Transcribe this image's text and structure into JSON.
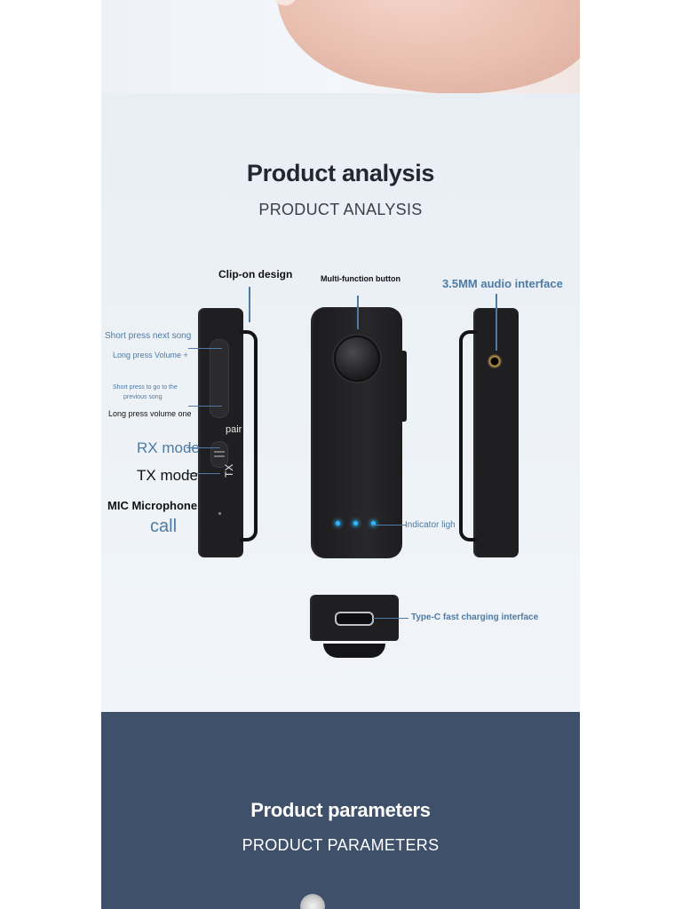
{
  "analysis": {
    "title": "Product analysis",
    "subtitle": "PRODUCT ANALYSIS",
    "labels": {
      "clip_on": "Clip-on design",
      "multi_button": "Multi-function button",
      "audio_interface": "3.5MM audio interface",
      "short_next": "Short press next song",
      "long_vol_up": "Long press Volume +",
      "short_prev_1": "Short press to go to the",
      "short_prev_2": "previous song",
      "long_vol_down": "Long press volume one",
      "pair": "pair",
      "rx_mode": "RX mode",
      "tx_mode": "TX mode",
      "tx_side": "TX",
      "mic": "MIC Microphone",
      "call": "call",
      "indicator": "Indicator light",
      "typec": "Type-C fast charging interface"
    }
  },
  "params": {
    "title": "Product parameters",
    "subtitle": "PRODUCT PARAMETERS"
  },
  "colors": {
    "accent_label": "#4e7aa3",
    "params_bg": "#3e506a",
    "indicator": "#2fb6ff"
  }
}
